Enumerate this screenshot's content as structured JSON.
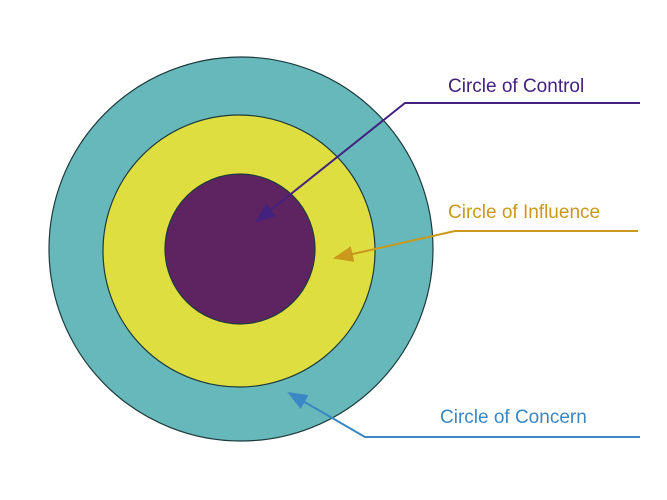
{
  "diagram": {
    "circles": [
      {
        "id": "concern",
        "label": "Circle of Concern",
        "fill": "#66B8BA",
        "label_color": "#3A87C4"
      },
      {
        "id": "influence",
        "label": "Circle of Influence",
        "fill": "#DEDE40",
        "label_color": "#C9981C"
      },
      {
        "id": "control",
        "label": "Circle of Control",
        "fill": "#5E2462",
        "label_color": "#43217F"
      }
    ],
    "outline_color": "#1E3A3C"
  }
}
